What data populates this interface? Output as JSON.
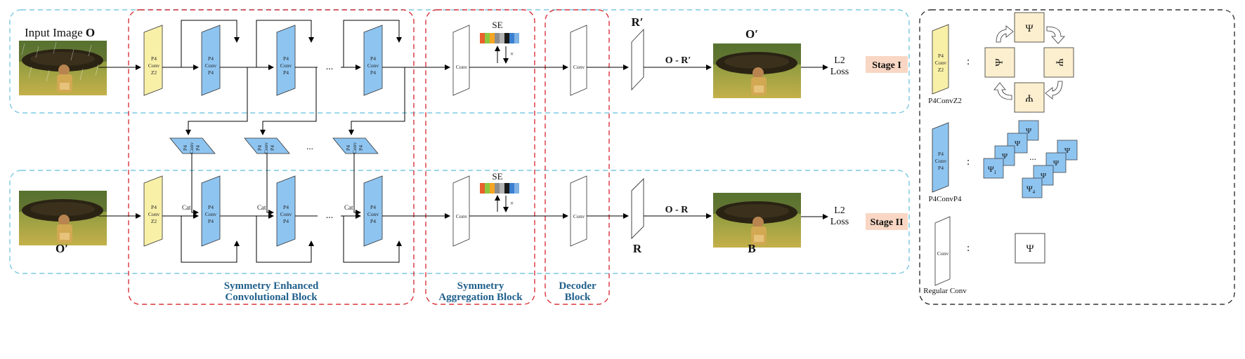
{
  "stage1": {
    "input_label": "Input Image",
    "input_symbol": "O",
    "r_label": "R′",
    "op_label": "O - R′",
    "out_label": "O′",
    "loss_label_1": "L2",
    "loss_label_2": "Loss",
    "stage_badge": "Stage I"
  },
  "stage2": {
    "input_label": "O′",
    "r_label": "R",
    "op_label": "O - R",
    "out_label": "B",
    "loss_label_1": "L2",
    "loss_label_2": "Loss",
    "stage_badge": "Stage II"
  },
  "blocks": {
    "sec": "Symmetry Enhanced",
    "sec2": "Convolutional Block",
    "sab": "Symmetry",
    "sab2": "Aggregation Block",
    "dec": "Decoder",
    "dec2": "Block"
  },
  "layers": {
    "p4": "P4",
    "conv": "Conv",
    "z2": "Z2",
    "cat": "Cat",
    "se": "SE",
    "times": "×",
    "ellipsis": "..."
  },
  "legend": {
    "p4convz2": "P4ConvZ2",
    "p4convp4": "P4ConvP4",
    "regular": "Regular Conv",
    "colon": ":",
    "psi": "Ψ",
    "psi1": "Ψ",
    "sub1": "1",
    "sub4": "4"
  },
  "colors": {
    "yellow": "#f9f0a8",
    "blue": "#8ec4f0",
    "cream": "#fcefcf",
    "stage_bg": "#f9d7c4",
    "title_blue": "#1f5f8b",
    "red_dash": "#d9323a",
    "cyan_dash": "#7cc8e0",
    "se_colors": [
      "#e8612c",
      "#8dc63f",
      "#f5a623",
      "#8e8e8e",
      "#b3b3b3",
      "#1a1a1a",
      "#3a7fd0",
      "#7fb2e5"
    ]
  }
}
